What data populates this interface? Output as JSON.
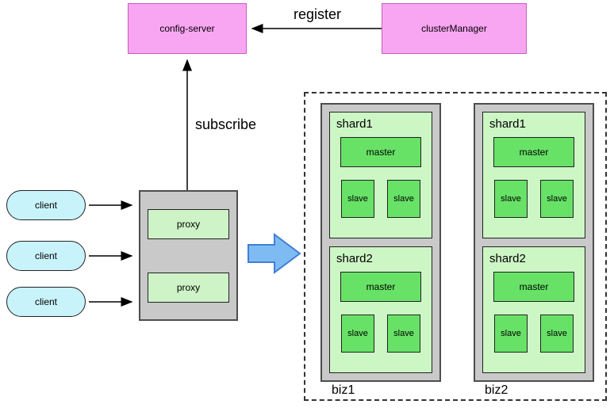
{
  "nodes": {
    "config_server": "config-server",
    "cluster_manager": "clusterManager",
    "register_label": "register",
    "subscribe_label": "subscribe",
    "clients": [
      "client",
      "client",
      "client"
    ],
    "proxies": [
      "proxy",
      "proxy"
    ],
    "biz_groups": [
      {
        "label": "biz1",
        "shards": [
          {
            "name": "shard1",
            "master": "master",
            "slaves": [
              "slave",
              "slave"
            ]
          },
          {
            "name": "shard2",
            "master": "master",
            "slaves": [
              "slave",
              "slave"
            ]
          }
        ]
      },
      {
        "label": "biz2",
        "shards": [
          {
            "name": "shard1",
            "master": "master",
            "slaves": [
              "slave",
              "slave"
            ]
          },
          {
            "name": "shard2",
            "master": "master",
            "slaves": [
              "slave",
              "slave"
            ]
          }
        ]
      }
    ]
  },
  "colors": {
    "node_pink": "#f9a6f2",
    "client_cyan": "#c9f3fb",
    "group_gray": "#c9c9c9",
    "shard_light_green": "#cdf6c5",
    "unit_green": "#67e267",
    "flow_arrow_blue": "#7fbbf3",
    "arrow_black": "#000000"
  }
}
